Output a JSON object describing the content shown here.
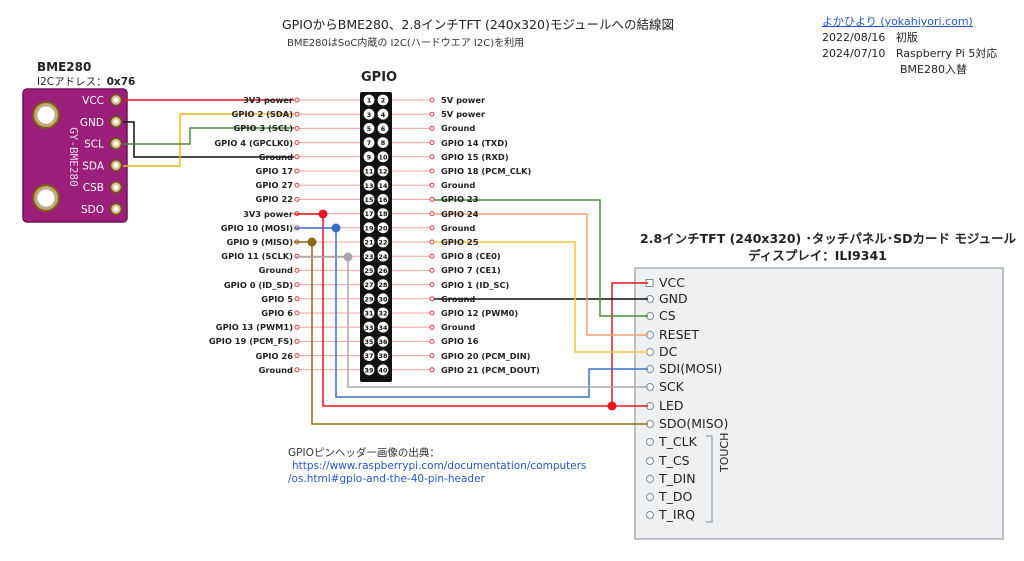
{
  "header": {
    "title": "GPIOからBME280、2.8インチTFT (240x320)モジュールへの結線図",
    "subtitle": "BME280はSoC内蔵の I2C(ハードウエア I2C)を利用"
  },
  "meta": {
    "author_link": "よかひより (yokahiyori.com)",
    "history": [
      {
        "date": "2022/08/16",
        "note": "初版"
      },
      {
        "date": "2024/07/10",
        "note": "Raspberry Pi 5対応"
      },
      {
        "date": "",
        "note": "BME280入替"
      }
    ]
  },
  "bme280": {
    "name": "BME280",
    "addr_label": "I2Cアドレス：",
    "addr_value": "0x76",
    "pins": [
      "VCC",
      "GND",
      "SCL",
      "SDA",
      "CSB",
      "SDO"
    ],
    "board_text": "GY-BME280"
  },
  "gpio": {
    "title": "GPIO",
    "left": [
      "3V3 power",
      "GPIO 2 (SDA)",
      "GPIO 3 (SCL)",
      "GPIO 4 (GPCLK0)",
      "Ground",
      "GPIO 17",
      "GPIO 27",
      "GPIO 22",
      "3V3 power",
      "GPIO 10 (MOSI)",
      "GPIO 9 (MISO)",
      "GPIO 11 (SCLK)",
      "Ground",
      "GPIO 0 (ID_SD)",
      "GPIO 5",
      "GPIO 6",
      "GPIO 13 (PWM1)",
      "GPIO 19 (PCM_FS)",
      "GPIO 26",
      "Ground"
    ],
    "right": [
      "5V power",
      "5V power",
      "Ground",
      "GPIO 14 (TXD)",
      "GPIO 15 (RXD)",
      "GPIO 18 (PCM_CLK)",
      "Ground",
      "GPIO 23",
      "GPIO 24",
      "Ground",
      "GPIO 25",
      "GPIO 8 (CE0)",
      "GPIO 7 (CE1)",
      "GPIO 1 (ID_SC)",
      "Ground",
      "GPIO 12 (PWM0)",
      "Ground",
      "GPIO 16",
      "GPIO 20 (PCM_DIN)",
      "GPIO 21 (PCM_DOUT)"
    ]
  },
  "tft": {
    "title_line1": "2.8インチTFT (240x320) ･タッチパネル･SDカード モジュール",
    "title_line2": "ディスプレイ：ILI9341",
    "pins": [
      "VCC",
      "GND",
      "CS",
      "RESET",
      "DC",
      "SDI(MOSI)",
      "SCK",
      "LED",
      "SDO(MISO)",
      "T_CLK",
      "T_CS",
      "T_DIN",
      "T_DO",
      "T_IRQ"
    ],
    "touch_label": "TOUCH"
  },
  "source": {
    "caption": "GPIOピンヘッダー画像の出典：",
    "url_line1": "https://www.raspberrypi.com/documentation/computers",
    "url_line2": "/os.html#gpio-and-the-40-pin-header"
  },
  "colors": {
    "red": "#e8141b",
    "black": "#111111",
    "orange_yellow": "#f2b51c",
    "green": "#4f8a3a",
    "salmon": "#f0a070",
    "yellow": "#f5c542",
    "blue": "#3a6fc8",
    "gray": "#a9a9a9",
    "olive": "#8a6a10",
    "board": "#9b1f7a"
  }
}
